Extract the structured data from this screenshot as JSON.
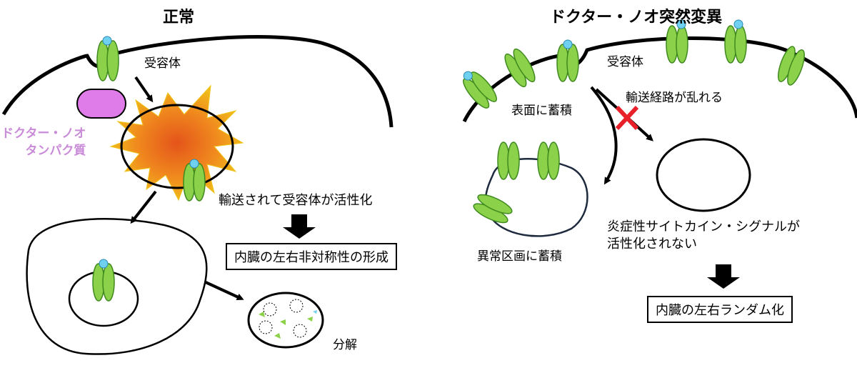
{
  "normal": {
    "title": "正常",
    "receptor_label": "受容体",
    "protein_label_1": "ドクター・ノオ",
    "protein_label_2": "タンパク質",
    "activation_label": "輸送されて受容体が活性化",
    "result_label": "内臓の左右非対称性の形成",
    "degradation_label": "分解"
  },
  "mutant": {
    "title": "ドクター・ノオ突然変異",
    "receptor_label": "受容体",
    "surface_label": "表面に蓄積",
    "disrupted_label": "輸送経路が乱れる",
    "abnormal_label": "異常区画に蓄積",
    "signal_label_1": "炎症性サイトカイン・シグナルが",
    "signal_label_2": "活性化されない",
    "result_label": "内臓の左右ランダム化"
  },
  "colors": {
    "receptor_fill": "#8cd14a",
    "receptor_stroke": "#3f8a1f",
    "ligand": "#6fd0f0",
    "protein": "#e07ce9",
    "burst_outer": "#f0c419",
    "burst_inner": "#e4541a",
    "block_x": "#e8202a"
  }
}
